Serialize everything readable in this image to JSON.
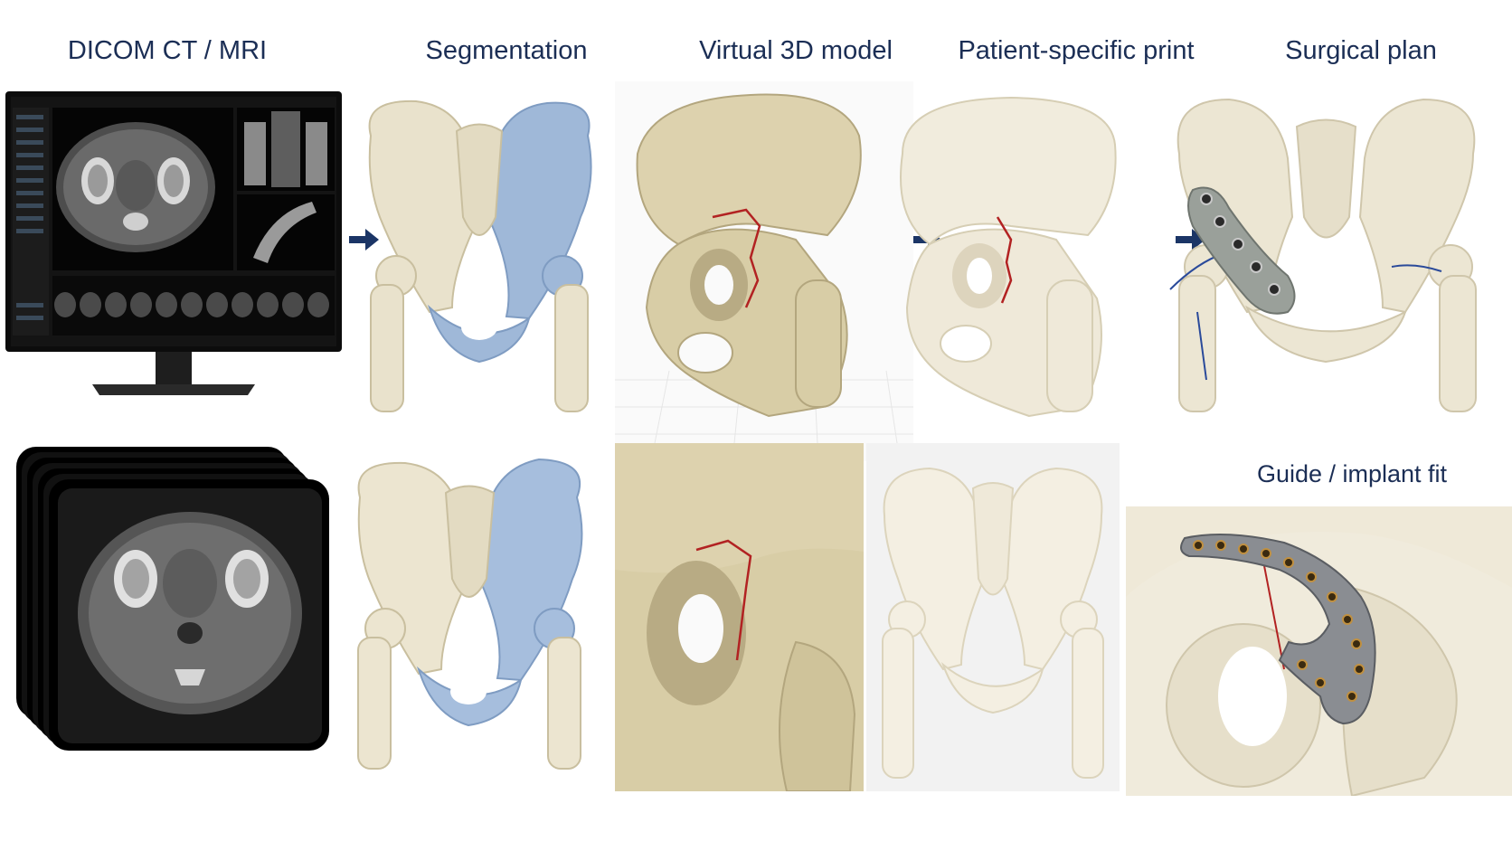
{
  "stages": [
    {
      "id": "dicom",
      "title": "DICOM CT / MRI"
    },
    {
      "id": "segmentation",
      "title": "Segmentation"
    },
    {
      "id": "virtual-model",
      "title": "Virtual 3D model"
    },
    {
      "id": "print",
      "title": "Patient-specific print"
    },
    {
      "id": "surgical-plan",
      "title": "Surgical plan"
    }
  ],
  "guide_fit": {
    "title": "Guide / implant fit"
  },
  "arrow_icon": "arrow-right-icon",
  "colors": {
    "title": "#1b2e55",
    "arrow": "#1b3566",
    "bone": "#e9e2cc",
    "bone_shadow": "#c9bf9f",
    "segment_blue": "#9fb8d8",
    "fracture_red": "#b22222",
    "monitor": "#111111",
    "plate": "#9aa09a",
    "steel": "#8a8d92"
  }
}
